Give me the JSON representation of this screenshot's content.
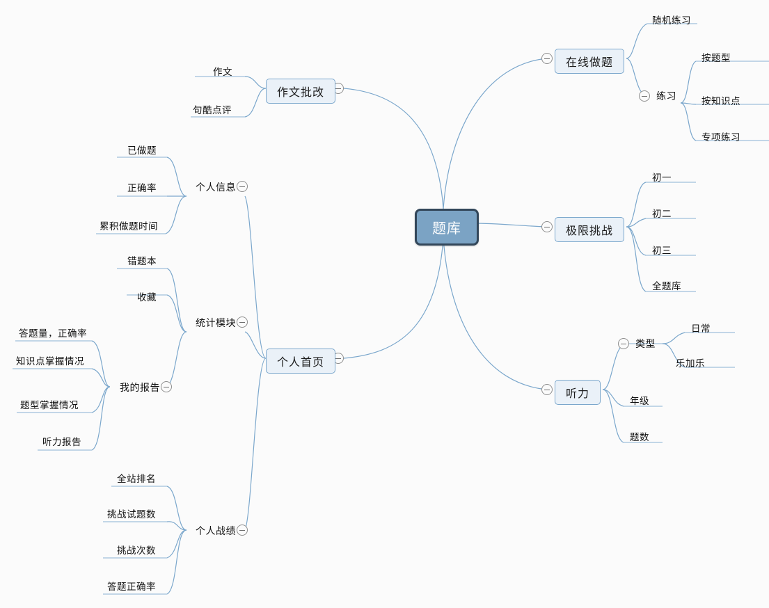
{
  "diagram": {
    "type": "mind-map",
    "title": "题库",
    "background_color": "#fbfbfb",
    "link_color": "#7ba7cc",
    "root_fill": "#7ba3c4",
    "root_border": "#33475a",
    "box_fill": "#eaf1f8",
    "box_border": "#7ba7cc",
    "toggle_icon": "collapse-minus-circle-icon"
  },
  "root": {
    "label": "题库"
  },
  "branches": {
    "online_practice": {
      "label": "在线做题",
      "children": {
        "random": {
          "label": "随机练习"
        },
        "practice": {
          "label": "练习",
          "children": {
            "by_type": {
              "label": "按题型"
            },
            "by_knowledge": {
              "label": "按知识点"
            },
            "special": {
              "label": "专项练习"
            }
          }
        }
      }
    },
    "extreme_challenge": {
      "label": "极限挑战",
      "children": {
        "grade1": {
          "label": "初一"
        },
        "grade2": {
          "label": "初二"
        },
        "grade3": {
          "label": "初三"
        },
        "all_bank": {
          "label": "全题库"
        }
      }
    },
    "listening": {
      "label": "听力",
      "children": {
        "type": {
          "label": "类型",
          "children": {
            "daily": {
              "label": "日常"
            },
            "lejiale": {
              "label": "乐加乐"
            }
          }
        },
        "grade": {
          "label": "年级"
        },
        "count": {
          "label": "题数"
        }
      }
    },
    "essay_correction": {
      "label": "作文批改",
      "children": {
        "essay": {
          "label": "作文"
        },
        "juku": {
          "label": "句酷点评"
        }
      }
    },
    "personal_home": {
      "label": "个人首页",
      "children": {
        "personal_info": {
          "label": "个人信息",
          "children": {
            "done": {
              "label": "已做题"
            },
            "accuracy": {
              "label": "正确率"
            },
            "cumulative_time": {
              "label": "累积做题时间"
            }
          }
        },
        "stats_module": {
          "label": "统计模块",
          "children": {
            "wrong_book": {
              "label": "错题本"
            },
            "favorites": {
              "label": "收藏"
            },
            "my_report": {
              "label": "我的报告",
              "children": {
                "volume_accuracy": {
                  "label": "答题量，正确率"
                },
                "knowledge_mastery": {
                  "label": "知识点掌握情况"
                },
                "type_mastery": {
                  "label": "题型掌握情况"
                },
                "listening_report": {
                  "label": "听力报告"
                }
              }
            }
          }
        },
        "personal_record": {
          "label": "个人战绩",
          "children": {
            "site_rank": {
              "label": "全站排名"
            },
            "challenge_questions": {
              "label": "挑战试题数"
            },
            "challenge_times": {
              "label": "挑战次数"
            },
            "answer_accuracy": {
              "label": "答题正确率"
            }
          }
        }
      }
    }
  }
}
